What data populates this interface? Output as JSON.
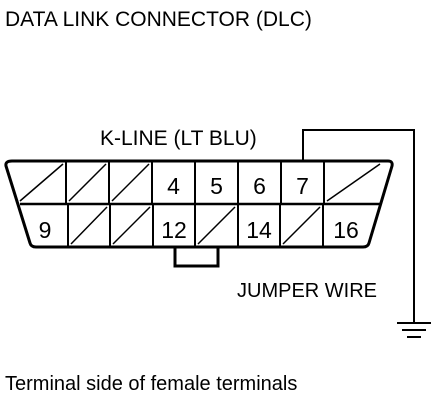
{
  "title": "DATA LINK CONNECTOR (DLC)",
  "kline_label": "K-LINE (LT BLU)",
  "jumper_label": "JUMPER WIRE",
  "caption": "Terminal side of female terminals",
  "connector": {
    "top_row": [
      "",
      "",
      "",
      "4",
      "5",
      "6",
      "7",
      ""
    ],
    "bottom_row": [
      "9",
      "",
      "",
      "12",
      "",
      "14",
      "",
      "16"
    ]
  },
  "colors": {
    "line": "#000000",
    "background": "#ffffff"
  }
}
